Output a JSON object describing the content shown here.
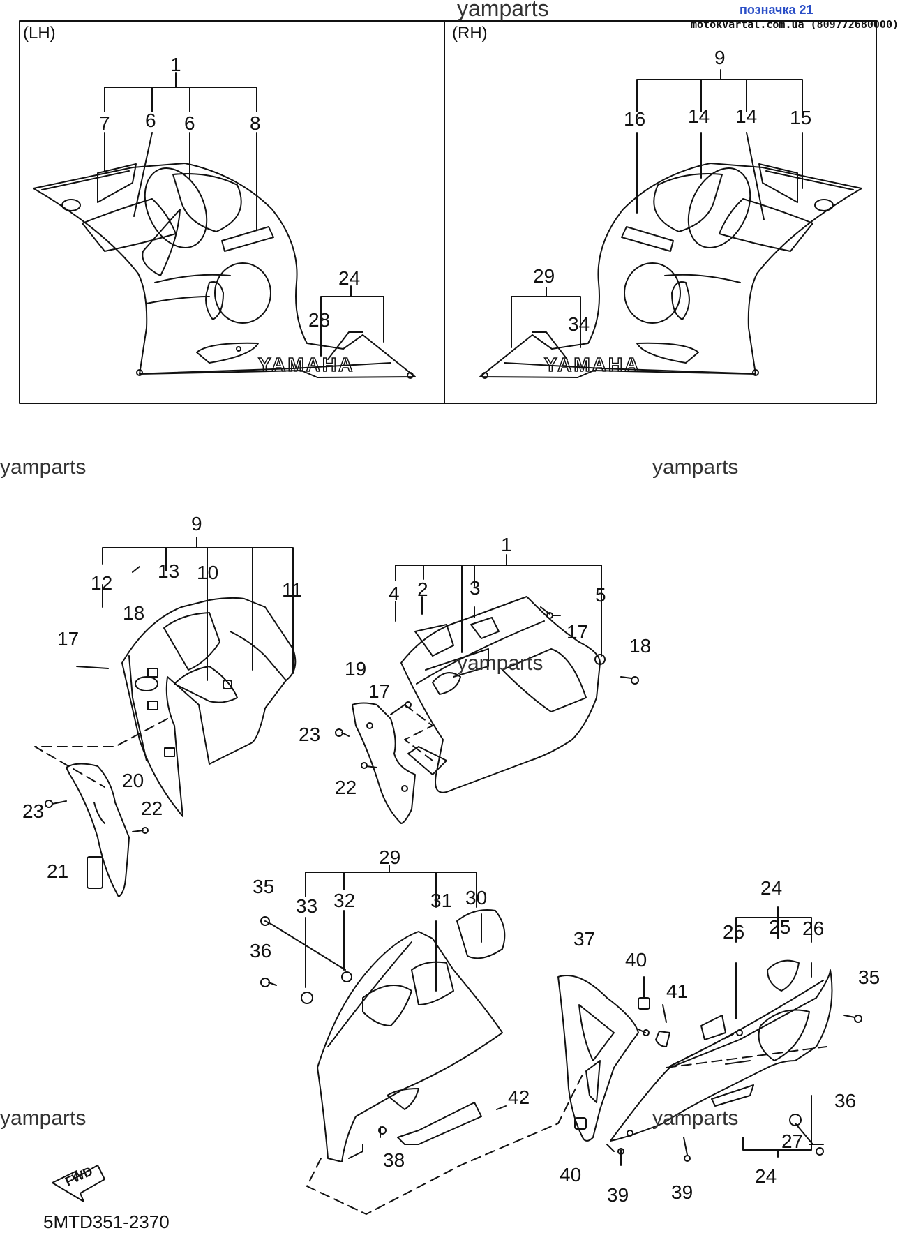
{
  "header": {
    "watermark": "yamparts",
    "page_label": "позначка 21",
    "contact": "motokvartal.com.ua (809772680000)"
  },
  "panels": {
    "lh_label": "(LH)",
    "rh_label": "(RH)"
  },
  "watermarks": [
    "yamparts",
    "yamparts",
    "yamparts",
    "yamparts",
    "yamparts"
  ],
  "decal_text": "YAMAHA",
  "fwd_text": "FWD",
  "diagram_code": "5MTD351-2370",
  "callouts": [
    "1",
    "6",
    "6",
    "7",
    "8",
    "24",
    "28",
    "9",
    "14",
    "14",
    "15",
    "16",
    "29",
    "34",
    "9",
    "12",
    "13",
    "10",
    "11",
    "18",
    "17",
    "20",
    "22",
    "23",
    "21",
    "1",
    "4",
    "2",
    "3",
    "5",
    "17",
    "18",
    "19",
    "17",
    "23",
    "22",
    "29",
    "35",
    "33",
    "32",
    "31",
    "30",
    "36",
    "42",
    "38",
    "24",
    "26",
    "25",
    "26",
    "37",
    "40",
    "41",
    "35",
    "36",
    "27",
    "24",
    "40",
    "39",
    "39"
  ],
  "colors": {
    "line": "#111111",
    "header_blue": "#2b4fc7",
    "background": "#ffffff"
  }
}
